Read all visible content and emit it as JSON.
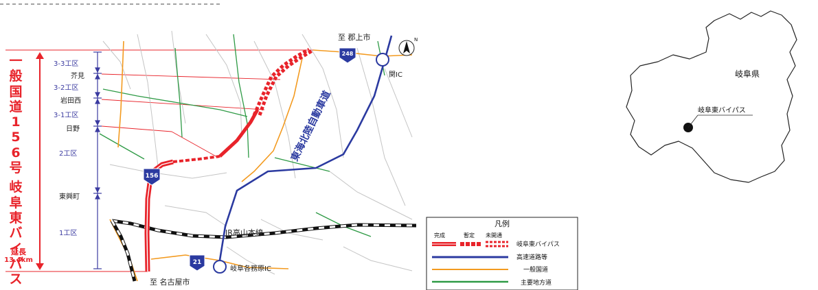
{
  "route_title": "一般国道156号 岐阜東バイパス",
  "length": {
    "label": "延長",
    "value": "13.4km"
  },
  "sections": [
    "3-3工区",
    "3-2工区",
    "3-1工区",
    "2工区",
    "1工区"
  ],
  "places": [
    "芥見",
    "岩田西",
    "日野",
    "東興町"
  ],
  "destinations": {
    "north": "至 郡上市",
    "south": "至 名古屋市"
  },
  "interchanges": {
    "seki": "関IC",
    "kakamigahara": "岐阜各務原IC"
  },
  "expressway_name": "東海北陸自動車道",
  "railway_name": "JR高山本線",
  "route_shields": {
    "r156": "156",
    "r21": "21",
    "r248": "248"
  },
  "north_mark": "N",
  "legend": {
    "title": "凡例",
    "status": [
      "完成",
      "暫定",
      "未開通"
    ],
    "items": [
      "岐阜東バイパス",
      "高速道路等",
      "一般国道",
      "主要地方道"
    ]
  },
  "inset": {
    "prefecture": "岐阜県",
    "marker_label": "岐阜東バイパス"
  },
  "colors": {
    "bypass": "#e8232a",
    "expressway": "#2b3aa0",
    "national_road": "#f39a1f",
    "prefectural_road": "#2e9a45",
    "minor_road": "#bfbfbf",
    "section_line": "#3b3ba0"
  }
}
